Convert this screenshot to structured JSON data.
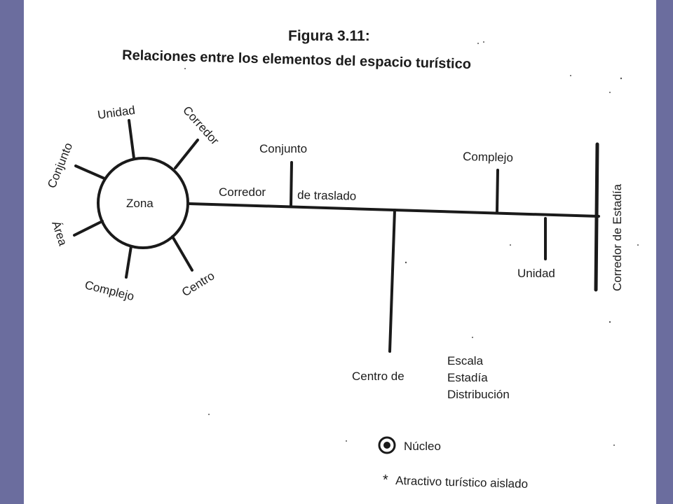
{
  "figure": {
    "title": "Figura 3.11:",
    "subtitle": "Relaciones entre los elementos del espacio turístico"
  },
  "zone": {
    "center_label": "Zona",
    "spokes": [
      "Unidad",
      "Corredor",
      "Conjunto",
      "Área",
      "Complejo",
      "Centro"
    ]
  },
  "main_line": {
    "label_left": "Corredor",
    "label_right": "de traslado",
    "branches": {
      "conjunto": "Conjunto",
      "complejo": "Complejo",
      "unidad": "Unidad",
      "corredor_estadia": "Corredor de Estadía"
    }
  },
  "centro": {
    "label": "Centro de",
    "types": [
      "Escala",
      "Estadía",
      "Distribución"
    ]
  },
  "legend": {
    "nucleo": "Núcleo",
    "atractivo_marker": "*",
    "atractivo": "Atractivo turístico aislado"
  },
  "colors": {
    "frame": "#6b6d9e",
    "paper": "#ffffff",
    "ink": "#1a1a1a"
  }
}
